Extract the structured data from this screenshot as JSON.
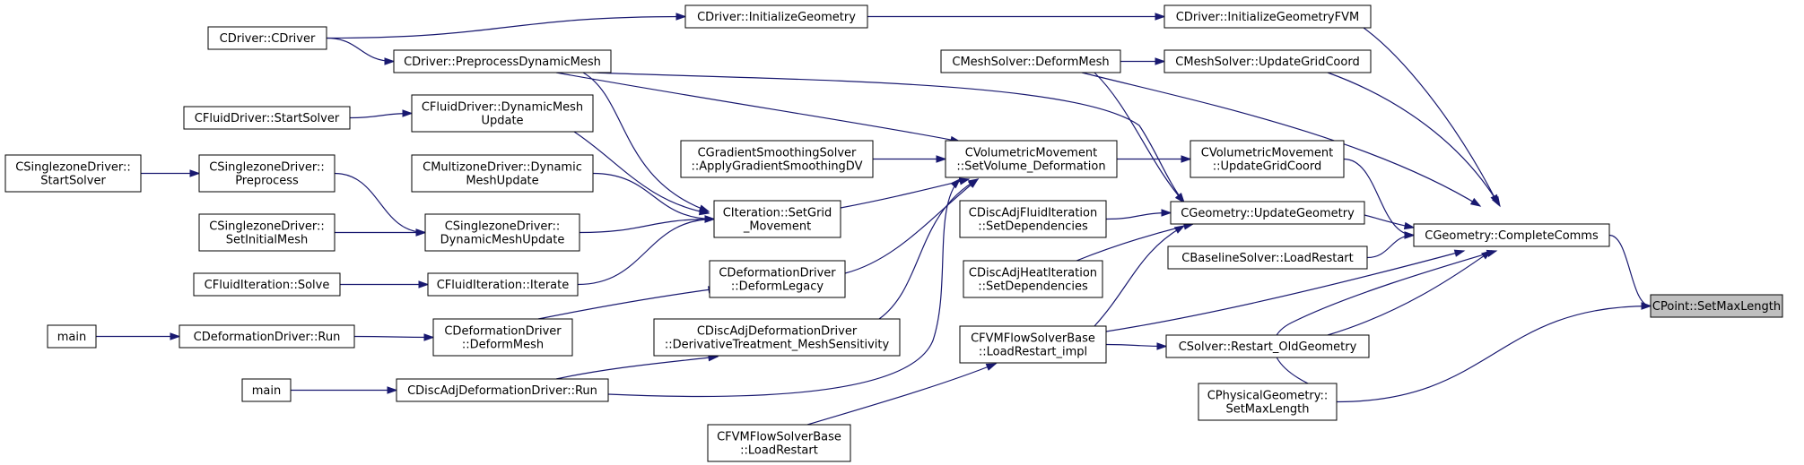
{
  "graph": {
    "nodes": [
      {
        "id": "cp_setmax",
        "lines": [
          "CPoint::SetMaxLength"
        ],
        "focus": true
      },
      {
        "id": "cgeo_complete",
        "lines": [
          "CGeometry::CompleteComms"
        ]
      },
      {
        "id": "cdriver_initgeofvm",
        "lines": [
          "CDriver::InitializeGeometryFVM"
        ]
      },
      {
        "id": "cmesh_updategrid",
        "lines": [
          "CMeshSolver::UpdateGridCoord"
        ]
      },
      {
        "id": "cvol_updategrid",
        "lines": [
          "CVolumetricMovement",
          "::UpdateGridCoord"
        ]
      },
      {
        "id": "cgeo_update",
        "lines": [
          "CGeometry::UpdateGeometry"
        ]
      },
      {
        "id": "cbaseline_load",
        "lines": [
          "CBaselineSolver::LoadRestart"
        ]
      },
      {
        "id": "csolver_restart",
        "lines": [
          "CSolver::Restart_OldGeometry"
        ]
      },
      {
        "id": "cphysgeo_setmax",
        "lines": [
          "CPhysicalGeometry::",
          "SetMaxLength"
        ]
      },
      {
        "id": "cdriver_initgeo",
        "lines": [
          "CDriver::InitializeGeometry"
        ]
      },
      {
        "id": "cmesh_deform",
        "lines": [
          "CMeshSolver::DeformMesh"
        ]
      },
      {
        "id": "cvol_setvolume",
        "lines": [
          "CVolumetricMovement",
          "::SetVolume_Deformation"
        ]
      },
      {
        "id": "cdafluid_setdep",
        "lines": [
          "CDiscAdjFluidIteration",
          "::SetDependencies"
        ]
      },
      {
        "id": "cdaheat_setdep",
        "lines": [
          "CDiscAdjHeatIteration",
          "::SetDependencies"
        ]
      },
      {
        "id": "cfvm_loadimpl",
        "lines": [
          "CFVMFlowSolverBase",
          "::LoadRestart_impl"
        ]
      },
      {
        "id": "cfvm_load",
        "lines": [
          "CFVMFlowSolverBase",
          "::LoadRestart"
        ]
      },
      {
        "id": "cdriver_cdriver",
        "lines": [
          "CDriver::CDriver"
        ]
      },
      {
        "id": "cdriver_preproc",
        "lines": [
          "CDriver::PreprocessDynamicMesh"
        ]
      },
      {
        "id": "cgrad_apply",
        "lines": [
          "CGradientSmoothingSolver",
          "::ApplyGradientSmoothingDV"
        ]
      },
      {
        "id": "citer_setgrid",
        "lines": [
          "CIteration::SetGrid",
          "_Movement"
        ]
      },
      {
        "id": "cdefdrv_deflegacy",
        "lines": [
          "CDeformationDriver",
          "::DeformLegacy"
        ]
      },
      {
        "id": "cdadef_deriv",
        "lines": [
          "CDiscAdjDeformationDriver",
          "::DerivativeTreatment_MeshSensitivity"
        ]
      },
      {
        "id": "cfluid_dynmesh",
        "lines": [
          "CFluidDriver::DynamicMesh",
          "Update"
        ]
      },
      {
        "id": "cmulti_dynmesh",
        "lines": [
          "CMultizoneDriver::Dynamic",
          "MeshUpdate"
        ]
      },
      {
        "id": "csingle_dynmesh",
        "lines": [
          "CSinglezoneDriver::",
          "DynamicMeshUpdate"
        ]
      },
      {
        "id": "cfluiditer_iterate",
        "lines": [
          "CFluidIteration::Iterate"
        ]
      },
      {
        "id": "cdefdrv_defmesh",
        "lines": [
          "CDeformationDriver",
          "::DeformMesh"
        ]
      },
      {
        "id": "cdadef_run",
        "lines": [
          "CDiscAdjDeformationDriver::Run"
        ]
      },
      {
        "id": "cfluid_start",
        "lines": [
          "CFluidDriver::StartSolver"
        ]
      },
      {
        "id": "csingle_preproc",
        "lines": [
          "CSinglezoneDriver::",
          "Preprocess"
        ]
      },
      {
        "id": "csingle_setinit",
        "lines": [
          "CSinglezoneDriver::",
          "SetInitialMesh"
        ]
      },
      {
        "id": "cfluiditer_solve",
        "lines": [
          "CFluidIteration::Solve"
        ]
      },
      {
        "id": "cdefdrv_run",
        "lines": [
          "CDeformationDriver::Run"
        ]
      },
      {
        "id": "main_1",
        "lines": [
          "main"
        ]
      },
      {
        "id": "main_2",
        "lines": [
          "main"
        ]
      },
      {
        "id": "csingle_startsolver",
        "lines": [
          "CSinglezoneDriver::",
          "StartSolver"
        ]
      }
    ],
    "edges": [
      [
        "cgeo_complete",
        "cp_setmax"
      ],
      [
        "cphysgeo_setmax",
        "cp_setmax"
      ],
      [
        "cdriver_initgeofvm",
        "cgeo_complete"
      ],
      [
        "cmesh_updategrid",
        "cgeo_complete"
      ],
      [
        "cvol_updategrid",
        "cgeo_complete"
      ],
      [
        "cgeo_update",
        "cgeo_complete"
      ],
      [
        "cbaseline_load",
        "cgeo_complete"
      ],
      [
        "csolver_restart",
        "cgeo_complete"
      ],
      [
        "cphysgeo_setmax",
        "cgeo_complete"
      ],
      [
        "cmesh_deform",
        "cgeo_complete"
      ],
      [
        "cfvm_loadimpl",
        "cgeo_complete"
      ],
      [
        "cdriver_initgeo",
        "cdriver_initgeofvm"
      ],
      [
        "cmesh_deform",
        "cmesh_updategrid"
      ],
      [
        "cvol_setvolume",
        "cvol_updategrid"
      ],
      [
        "cmesh_deform",
        "cgeo_update"
      ],
      [
        "cdafluid_setdep",
        "cgeo_update"
      ],
      [
        "cdaheat_setdep",
        "cgeo_update"
      ],
      [
        "cfvm_loadimpl",
        "cgeo_update"
      ],
      [
        "cdriver_preproc",
        "cgeo_update"
      ],
      [
        "cfvm_loadimpl",
        "csolver_restart"
      ],
      [
        "cfvm_load",
        "cfvm_loadimpl"
      ],
      [
        "cdriver_cdriver",
        "cdriver_initgeo"
      ],
      [
        "cdriver_cdriver",
        "cdriver_preproc"
      ],
      [
        "cdriver_preproc",
        "cvol_setvolume"
      ],
      [
        "cdriver_preproc",
        "citer_setgrid"
      ],
      [
        "cgrad_apply",
        "cvol_setvolume"
      ],
      [
        "citer_setgrid",
        "cvol_setvolume"
      ],
      [
        "cdefdrv_deflegacy",
        "cvol_setvolume"
      ],
      [
        "cdadef_deriv",
        "cvol_setvolume"
      ],
      [
        "cdadef_run",
        "cvol_setvolume"
      ],
      [
        "cfluid_dynmesh",
        "citer_setgrid"
      ],
      [
        "cmulti_dynmesh",
        "citer_setgrid"
      ],
      [
        "csingle_dynmesh",
        "citer_setgrid"
      ],
      [
        "cfluiditer_iterate",
        "citer_setgrid"
      ],
      [
        "cdefdrv_defmesh",
        "cdefdrv_deflegacy"
      ],
      [
        "cdadef_run",
        "cdadef_deriv"
      ],
      [
        "cfluid_start",
        "cfluid_dynmesh"
      ],
      [
        "csingle_preproc",
        "csingle_dynmesh"
      ],
      [
        "csingle_setinit",
        "csingle_dynmesh"
      ],
      [
        "cfluiditer_solve",
        "cfluiditer_iterate"
      ],
      [
        "cdefdrv_run",
        "cdefdrv_defmesh"
      ],
      [
        "main_1",
        "cdefdrv_run"
      ],
      [
        "main_2",
        "cdadef_run"
      ],
      [
        "csingle_startsolver",
        "csingle_preproc"
      ]
    ]
  }
}
